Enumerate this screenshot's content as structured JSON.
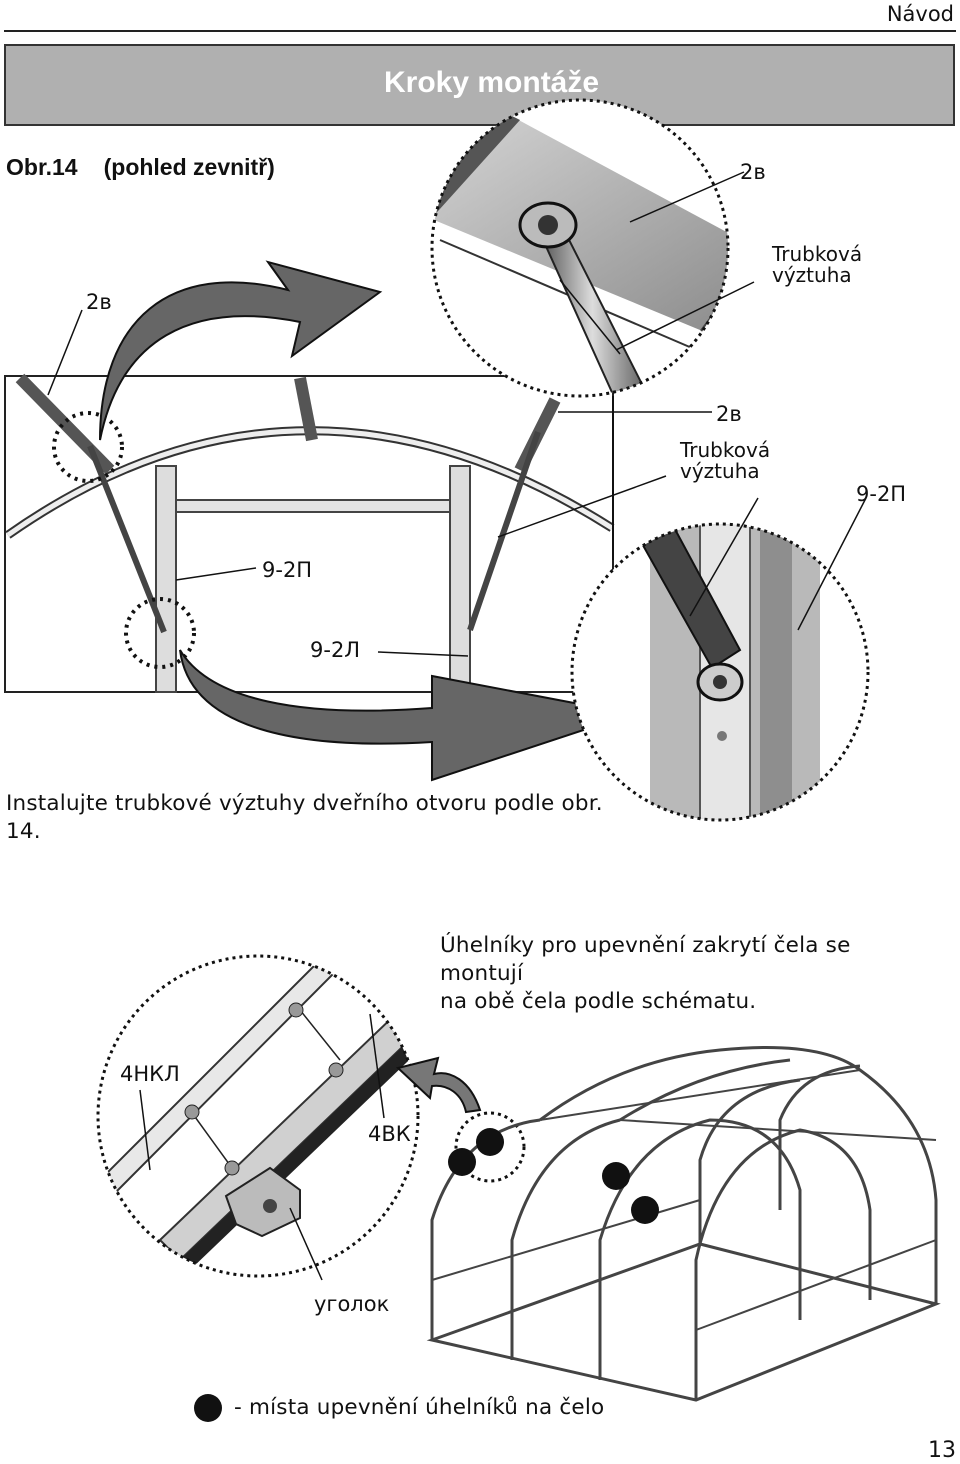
{
  "header": {
    "section": "Návod"
  },
  "banner": {
    "title": "Kroky montáže"
  },
  "figure14": {
    "number": "Obr.14",
    "caption": "(pohled zevnitř)",
    "labels": {
      "l2b_top_left": "2в",
      "l2b_top_right": "2в",
      "tube_top_l1": "Trubková",
      "tube_top_l2": "výztuha",
      "l2b_mid": "2в",
      "tube_mid_l1": "Trubková",
      "tube_mid_l2": "výztuha",
      "l92p_right": "9-2П",
      "l92p_left": "9-2П",
      "l92l": "9-2Л"
    },
    "instruction_l1": "Instalujte trubkové výztuhy dveřního otvoru podle obr.",
    "instruction_l2": "14."
  },
  "figure2": {
    "text_l1": "Úhelníky pro upevnění zakrytí  čela se montují",
    "text_l2": "na obě čela podle schématu.",
    "label_4nkl": "4НКЛ",
    "label_4vk": "4ВК",
    "label_ugolok": "уголок",
    "legend": "- místa upevnění úhelníků na čelo"
  },
  "footer": {
    "page": "13"
  }
}
